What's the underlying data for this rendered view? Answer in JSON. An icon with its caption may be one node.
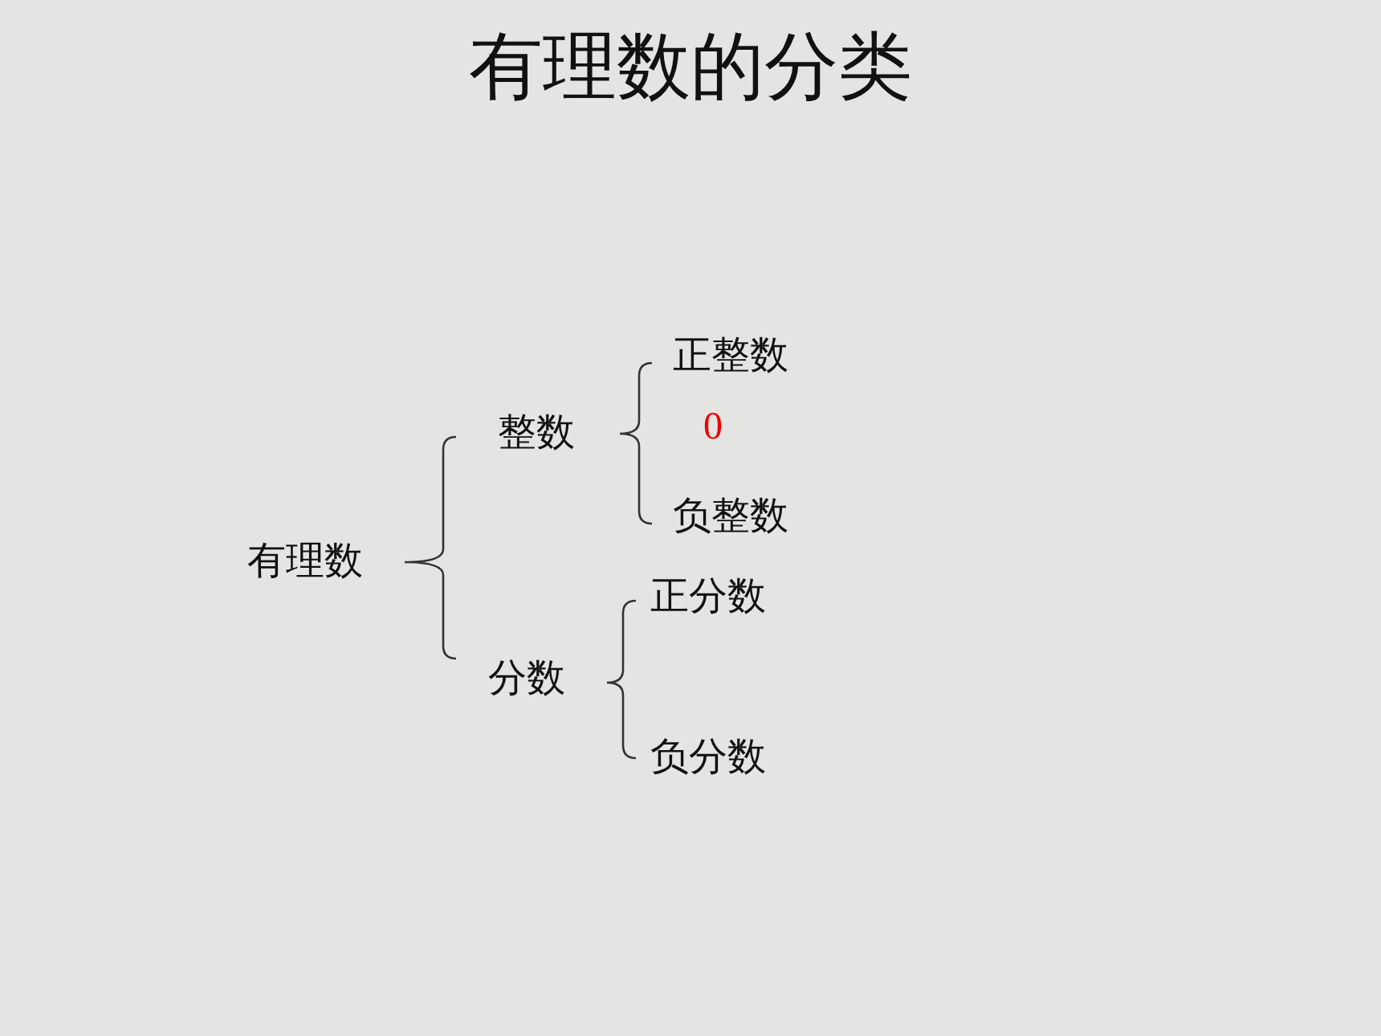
{
  "diagram": {
    "title": "有理数的分类",
    "labels": [
      "有理数",
      "整数",
      "正整数",
      "0",
      "负整数",
      "分数",
      "正分数",
      "负分数"
    ]
  }
}
